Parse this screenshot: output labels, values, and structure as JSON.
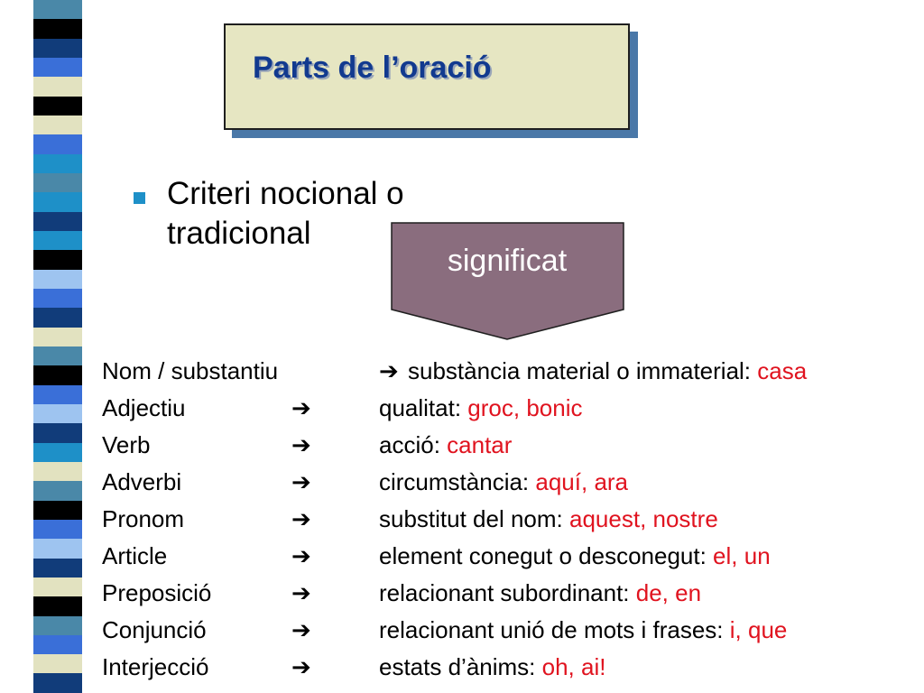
{
  "slide": {
    "title": "Parts de l’oració",
    "bullet": "Criteri nocional o tradicional",
    "callout": "significat"
  },
  "rows": [
    {
      "term": "Nom / substantiu",
      "arrow": "➔",
      "desc": "substància material o immaterial: ",
      "example": "casa"
    },
    {
      "term": "Adjectiu",
      "arrow": "➔",
      "desc": "qualitat: ",
      "example": "groc, bonic"
    },
    {
      "term": "Verb",
      "arrow": "➔",
      "desc": "acció: ",
      "example": "cantar"
    },
    {
      "term": "Adverbi",
      "arrow": "➔",
      "desc": "circumstància: ",
      "example": "aquí, ara"
    },
    {
      "term": "Pronom",
      "arrow": "➔",
      "desc": "substitut del nom: ",
      "example": "aquest, nostre"
    },
    {
      "term": "Article",
      "arrow": "➔",
      "desc": "element conegut o desconegut: ",
      "example": "el, un"
    },
    {
      "term": "Preposició",
      "arrow": "➔",
      "desc": "relacionant subordinant: ",
      "example": "de, en"
    },
    {
      "term": "Conjunció",
      "arrow": "➔",
      "desc": "relacionant unió de mots i frases: ",
      "example": "i, que"
    },
    {
      "term": "Interjecció",
      "arrow": "➔",
      "desc": "estats d’ànims: ",
      "example": "oh, ai!"
    }
  ],
  "colors": {
    "title_text": "#123a8f",
    "title_fill": "#e6e6c2",
    "title_shadow": "#4a78a8",
    "bullet": "#1e90c8",
    "callout_fill": "#8a6d7e",
    "example_text": "#e0131f"
  }
}
